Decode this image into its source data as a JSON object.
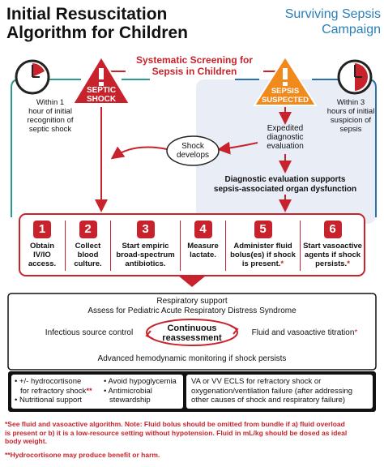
{
  "title": {
    "line1": "Initial Resuscitation",
    "line2": "Algorithm for Children"
  },
  "logo": {
    "line1": "Surviving Sepsis",
    "line2": "Campaign"
  },
  "screening_title": {
    "line1": "Systematic Screening for",
    "line2": "Sepsis in Children"
  },
  "left_sign": {
    "line1": "SEPTIC",
    "line2": "SHOCK"
  },
  "right_sign": {
    "line1": "SEPSIS",
    "line2": "SUSPECTED"
  },
  "left_clock_text": {
    "l1": "Within 1",
    "l2": "hour of initial",
    "l3": "recognition of",
    "l4": "septic shock"
  },
  "right_clock_text": {
    "l1": "Within 3",
    "l2": "hours of initial",
    "l3": "suspicion of",
    "l4": "sepsis"
  },
  "evaluation": {
    "l1": "Expedited",
    "l2": "diagnostic",
    "l3": "evaluation"
  },
  "shock_develops": {
    "l1": "Shock",
    "l2": "develops"
  },
  "diag_supports": {
    "l1": "Diagnostic evaluation supports",
    "l2": "sepsis-associated organ dysfunction"
  },
  "steps": [
    {
      "num": "1",
      "l1": "Obtain",
      "l2": "IV/IO",
      "l3": "access.",
      "star": ""
    },
    {
      "num": "2",
      "l1": "Collect",
      "l2": "blood",
      "l3": "culture.",
      "star": ""
    },
    {
      "num": "3",
      "l1": "Start empiric",
      "l2": "broad-spectrum",
      "l3": "antibiotics.",
      "star": ""
    },
    {
      "num": "4",
      "l1": "Measure",
      "l2": "lactate.",
      "l3": "",
      "star": ""
    },
    {
      "num": "5",
      "l1": "Administer fluid",
      "l2": "bolus(es) if shock",
      "l3": "is present.",
      "star": "*"
    },
    {
      "num": "6",
      "l1": "Start vasoactive",
      "l2": "agents if shock",
      "l3": "persists.",
      "star": "*"
    }
  ],
  "support": {
    "respiratory": "Respiratory support",
    "pards": "Assess for Pediatric Acute Respiratory Distress Syndrome",
    "source_control": "Infectious source control",
    "continuous": {
      "l1": "Continuous",
      "l2": "reassessment"
    },
    "fluid_titration": "Fluid and vasoactive titration",
    "fluid_star": "*",
    "advanced": "Advanced hemodynamic monitoring if shock persists"
  },
  "bullets_left": [
    {
      "l1": "+/- hydrocortisone",
      "l2": "for refractory shock",
      "star": "**"
    },
    {
      "l1": "Nutritional support",
      "l2": "",
      "star": ""
    }
  ],
  "bullets_mid": [
    {
      "l1": "Avoid hypoglycemia",
      "l2": ""
    },
    {
      "l1": "Antimicrobial",
      "l2": "stewardship"
    }
  ],
  "ecls": {
    "l1": "VA or VV ECLS for refractory shock or",
    "l2": "oxygenation/ventilation failure (after addressing",
    "l3": "other causes of shock and respiratory failure)"
  },
  "footnotes": {
    "n1_l1": "*See fluid and vasoactive algorithm. Note: Fluid bolus should be omitted from bundle if a) fluid overload",
    "n1_l2": "is present or b) it is a low-resource setting without hypotension. Fluid in mL/kg should be dosed as ideal",
    "n1_l3": "body weight.",
    "n2": "**Hydrocortisone may produce benefit or harm."
  },
  "colors": {
    "red": "#c8232c",
    "orange": "#f08a1c",
    "teal": "#2c9a8a",
    "blue": "#2a6fae",
    "logo_blue": "#2a7fb8"
  },
  "icons": [
    "clock-icon",
    "warning-sign-icon",
    "arrow-icon"
  ]
}
